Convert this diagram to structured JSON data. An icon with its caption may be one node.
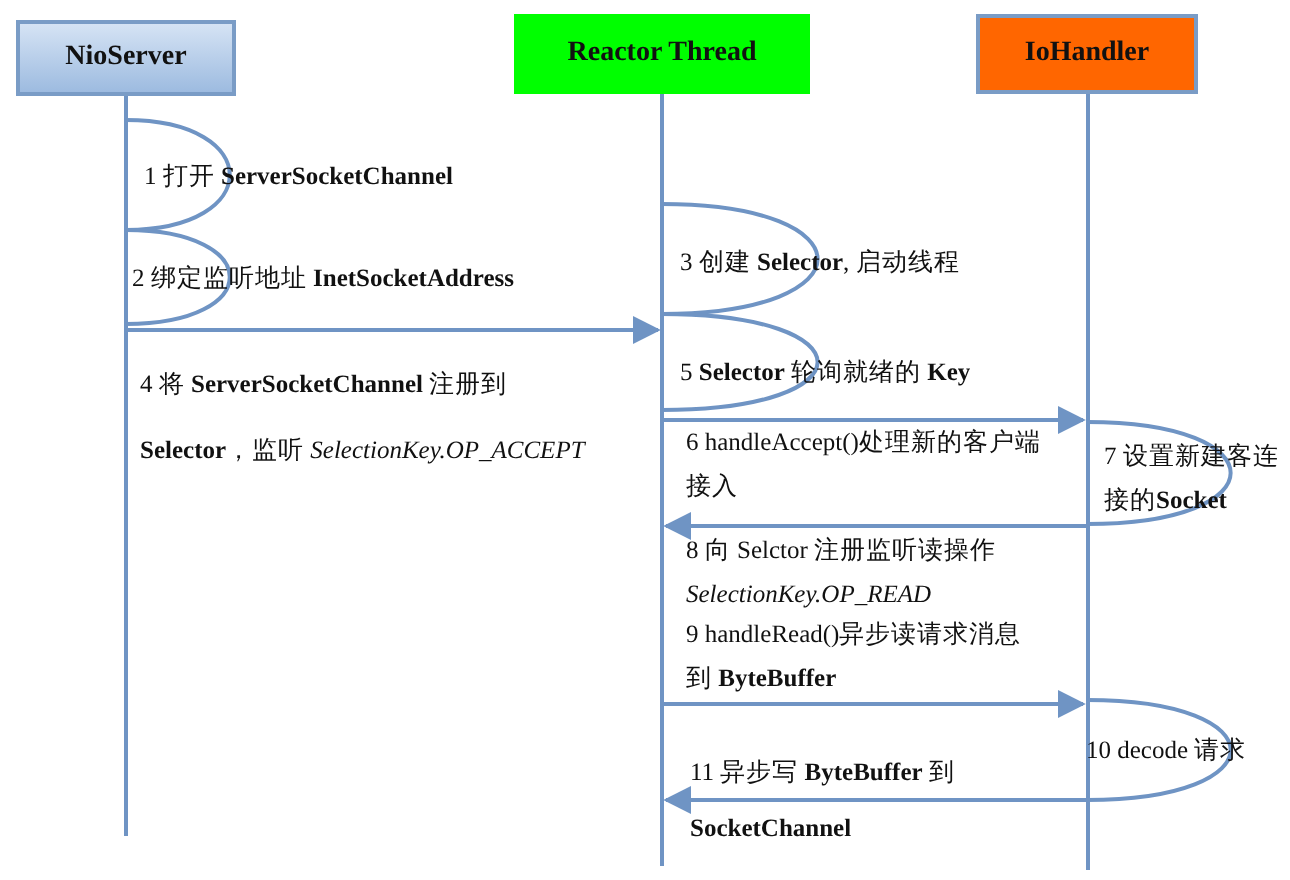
{
  "diagram": {
    "nodes": [
      {
        "text": [
          "NioServer"
        ]
      },
      {
        "text": [
          "Reactor Thread"
        ]
      },
      {
        "text": [
          "IoHandler"
        ]
      }
    ],
    "edges": [
      {
        "from": 0,
        "to": 0,
        "arrow": "none",
        "label": "1 打开 **ServerSocketChannel**"
      },
      {
        "from": 0,
        "to": 0,
        "arrow": "none",
        "label": "2 绑定监听地址 **InetSocketAddress**"
      },
      {
        "from": 1,
        "to": 1,
        "arrow": "none",
        "label": "3 创建 **Selector**, 启动线程"
      },
      {
        "from": 0,
        "to": 1,
        "arrow": "to",
        "label": "4 将 **ServerSocketChannel** 注册到 **Selector**，监听 *SelectionKey.OP_ACCEPT*"
      },
      {
        "from": 1,
        "to": 1,
        "arrow": "none",
        "label": "5 **Selector** 轮询就绪的 **Key**"
      },
      {
        "from": 1,
        "to": 2,
        "arrow": "to",
        "label": "6 handleAccept()处理新的客户端接入"
      },
      {
        "from": 2,
        "to": 2,
        "arrow": "none",
        "label": "7 设置新建客连接的**Socket**"
      },
      {
        "from": 2,
        "to": 1,
        "arrow": "to",
        "label": "8 向 Selctor 注册监听读操作 *SelectionKey.OP_READ*"
      },
      {
        "from": 1,
        "to": 2,
        "arrow": "to",
        "label": "9 handleRead()异步读请求消息到 **ByteBuffer**"
      },
      {
        "from": 2,
        "to": 2,
        "arrow": "none",
        "label": "10 decode 请求"
      },
      {
        "from": 2,
        "to": 1,
        "arrow": "to",
        "label": "11 异步写 **ByteBuffer** 到 **SocketChannel**"
      }
    ]
  }
}
